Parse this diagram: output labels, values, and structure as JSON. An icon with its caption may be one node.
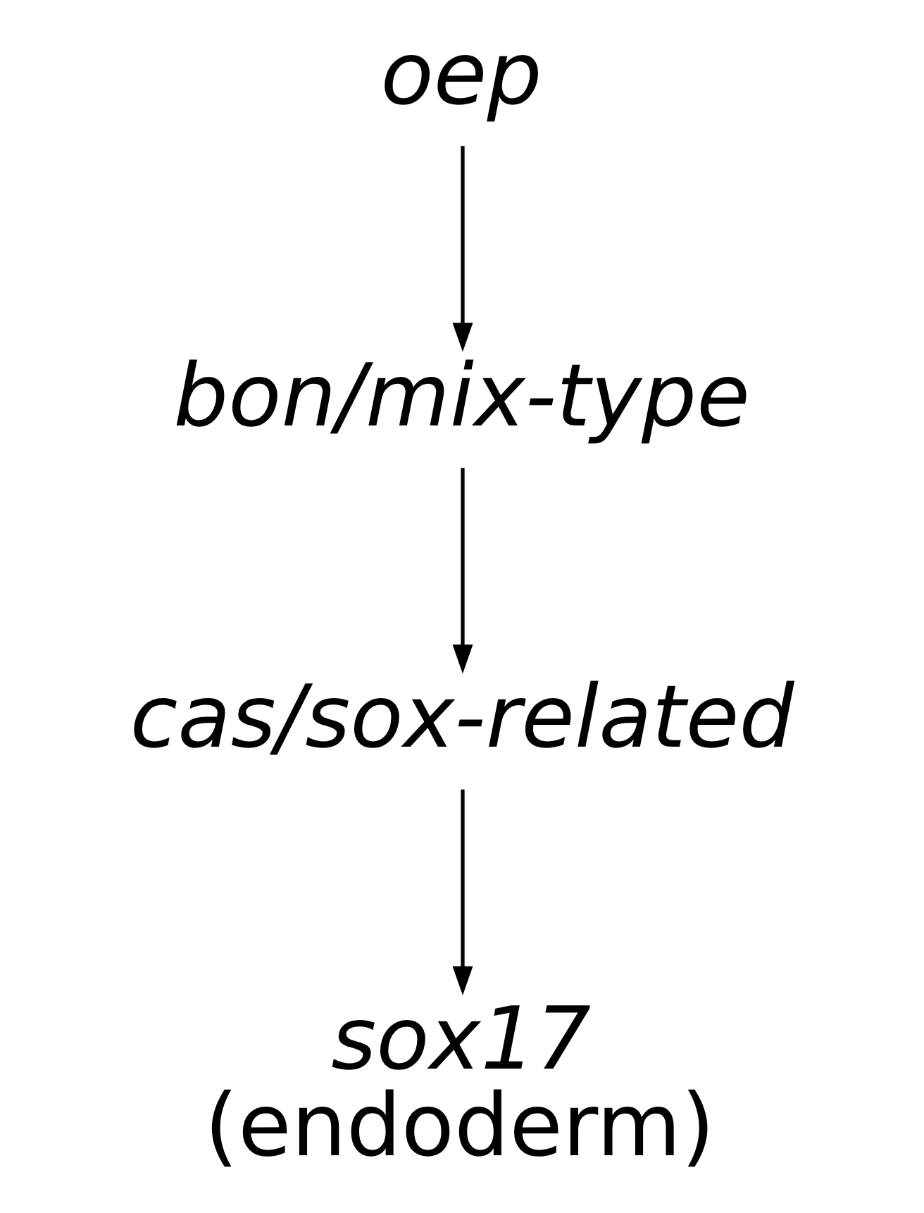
{
  "diagram": {
    "nodes": [
      {
        "text": [
          "oep"
        ]
      },
      {
        "text": [
          "bon/mix-type"
        ]
      },
      {
        "text": [
          "cas/sox-related"
        ]
      },
      {
        "text": [
          "sox17",
          "(endoderm)"
        ]
      }
    ],
    "edges": [
      {
        "from": 0,
        "to": 1,
        "arrow": "to"
      },
      {
        "from": 1,
        "to": 2,
        "arrow": "to"
      },
      {
        "from": 2,
        "to": 3,
        "arrow": "to"
      }
    ]
  }
}
